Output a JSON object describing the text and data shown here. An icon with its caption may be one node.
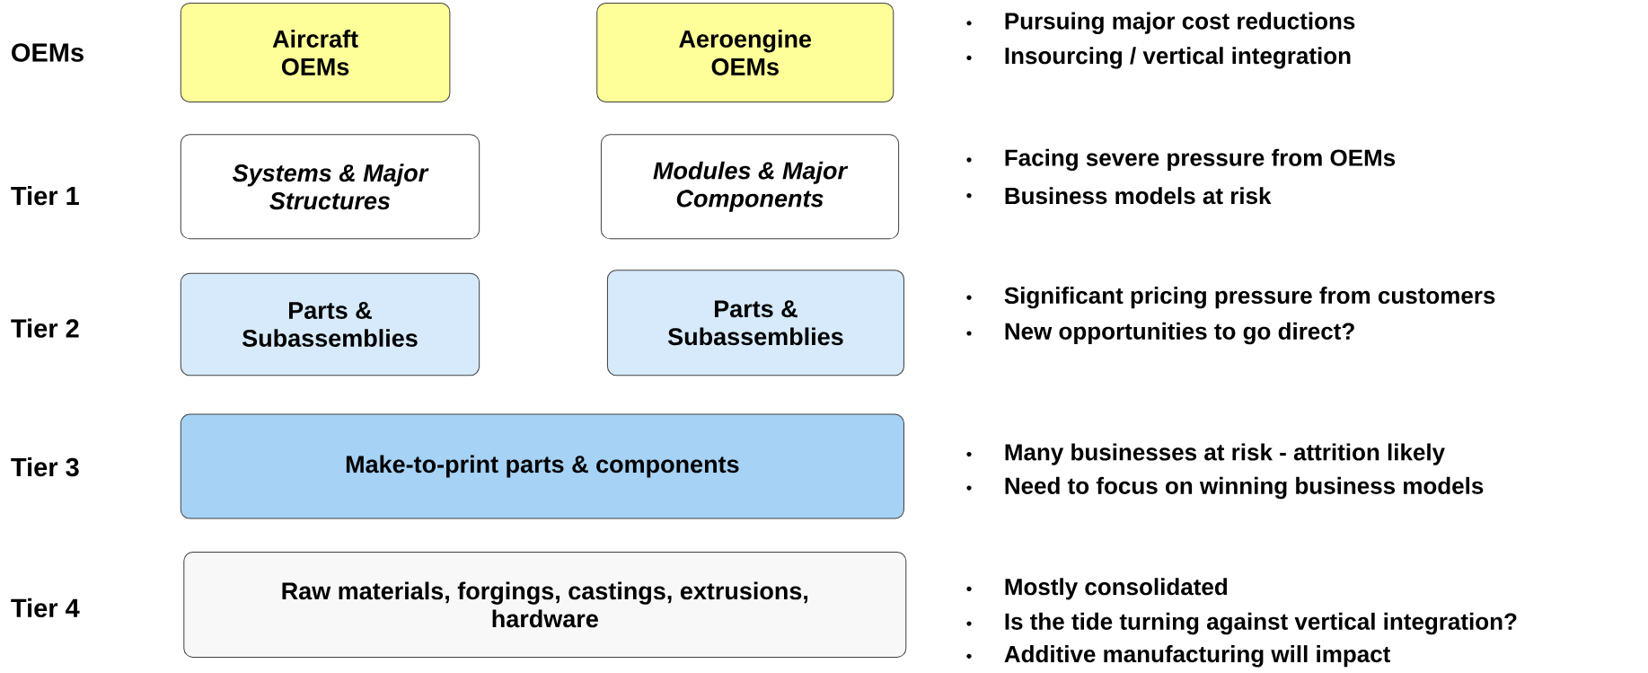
{
  "diagram": {
    "nodes": [
      {
        "text": [
          "Aircraft OEMs"
        ]
      },
      {
        "text": [
          "Aeroengine OEMs"
        ]
      },
      {
        "text": [
          "Systems & Major Structures"
        ]
      },
      {
        "text": [
          "Modules & Major Components"
        ]
      },
      {
        "text": [
          "Parts & Subassemblies"
        ]
      },
      {
        "text": [
          "Parts & Subassemblies"
        ]
      },
      {
        "text": [
          "Make-to-print parts & components"
        ]
      },
      {
        "text": [
          "Raw materials, forgings, castings, extrusions, hardware"
        ]
      }
    ],
    "labels": [
      "OEMs",
      "Pursuing major cost reductions",
      "Insourcing / vertical integration",
      "Tier 1",
      "Facing severe pressure from OEMs",
      "Business models at risk",
      "Tier 2",
      "Significant pricing pressure from customers",
      "New opportunities to go direct?",
      "Tier 3",
      "Many businesses at risk -  attrition likely",
      "Need to focus on winning business models",
      "Tier 4",
      "Mostly consolidated",
      "Is the tide turning against vertical integration?",
      "Additive manufacturing will impact"
    ]
  }
}
